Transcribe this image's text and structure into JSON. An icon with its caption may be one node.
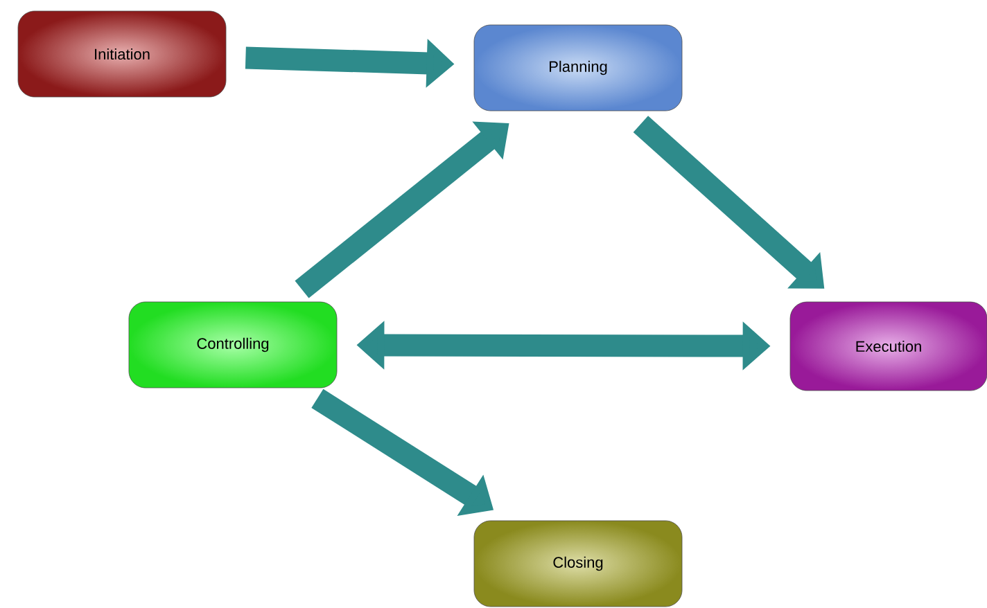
{
  "diagram": {
    "nodes": [
      {
        "text": [
          "Initiation"
        ]
      },
      {
        "text": [
          "Planning"
        ]
      },
      {
        "text": [
          "Controlling"
        ]
      },
      {
        "text": [
          "Execution"
        ]
      },
      {
        "text": [
          "Closing"
        ]
      }
    ],
    "edges": [
      {
        "from": 0,
        "to": 1,
        "arrow": "to"
      },
      {
        "from": 2,
        "to": 1,
        "arrow": "to"
      },
      {
        "from": 1,
        "to": 3,
        "arrow": "to"
      },
      {
        "from": 2,
        "to": 3,
        "arrow": "both"
      },
      {
        "from": 2,
        "to": 4,
        "arrow": "to"
      }
    ]
  }
}
